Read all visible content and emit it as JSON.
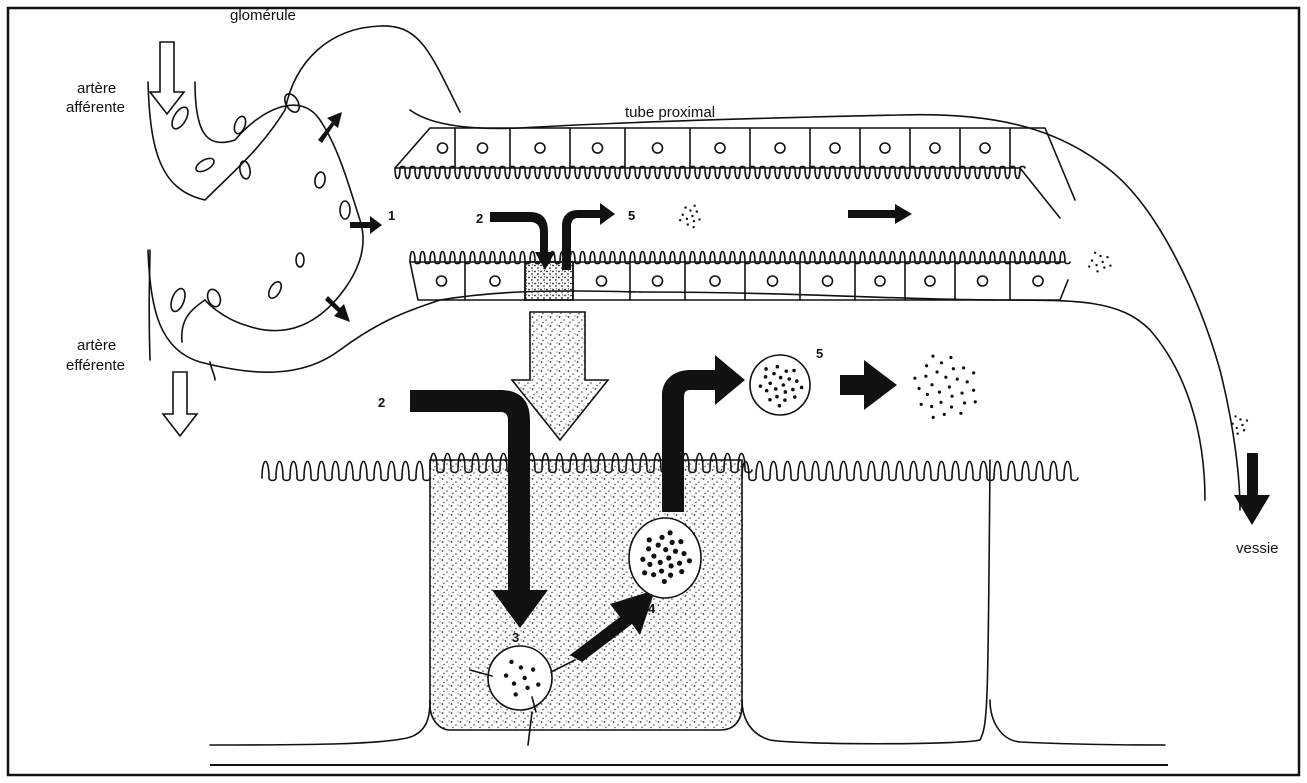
{
  "labels": {
    "glomerule": "glomérule",
    "tube_proximal": "tube proximal",
    "artere_afferente_1": "artère",
    "artere_afferente_2": "afférente",
    "artere_efferente_1": "artère",
    "artere_efferente_2": "efférente",
    "vessie": "vessie"
  },
  "steps": {
    "s1": "1",
    "s2_top": "2",
    "s5_top": "5",
    "s2_big": "2",
    "s3": "3",
    "s4": "4",
    "s5_big": "5"
  },
  "colors": {
    "ink": "#111111",
    "paper": "#ffffff",
    "stipple": "#555555"
  }
}
